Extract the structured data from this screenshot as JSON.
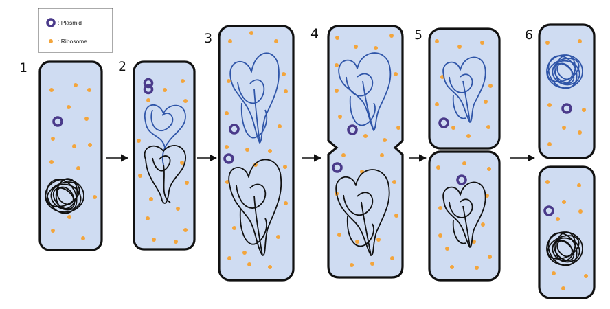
{
  "legend": {
    "plasmid_label": ": Plasmid",
    "ribosome_label": ": Ribosome",
    "plasmid_icon": "plasmid-ring-icon",
    "ribosome_icon": "ribosome-dot-icon"
  },
  "steps": [
    {
      "label": "1"
    },
    {
      "label": "2"
    },
    {
      "label": "3"
    },
    {
      "label": "4"
    },
    {
      "label": "5"
    },
    {
      "label": "6"
    }
  ],
  "colors": {
    "cytoplasm": "#cfdcf2",
    "membrane": "#111111",
    "ribosome": "#f3a53c",
    "plasmid": "#4a3a8a",
    "dna_replicated": "#2f55a8",
    "dna_original": "#111111"
  }
}
